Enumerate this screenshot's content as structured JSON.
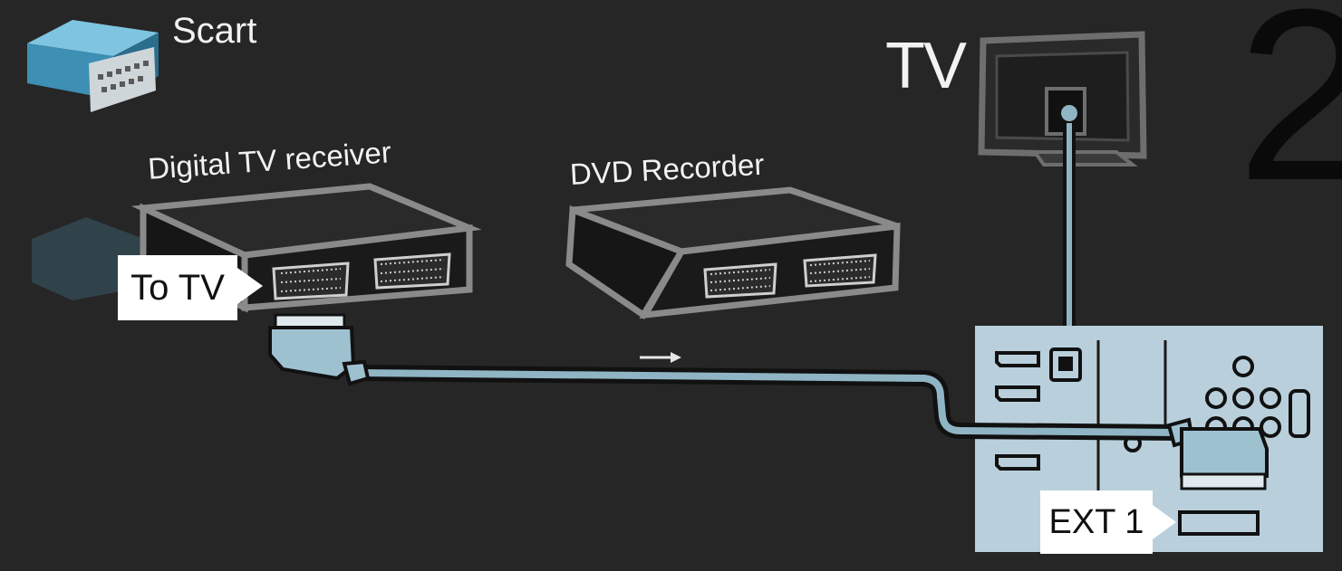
{
  "labels": {
    "scart": "Scart",
    "tv": "TV",
    "step_number": "2",
    "digital_tv_receiver": "Digital TV receiver",
    "dvd_recorder": "DVD Recorder",
    "to_tv": "To TV",
    "ext1": "EXT 1"
  },
  "colors": {
    "background": "#262626",
    "cable": "#8fb4c4",
    "tv_panel": "#b9d0dc",
    "device_body": "#1c1c1c",
    "outline": "#8a8a8a",
    "callout": "#ffffff"
  },
  "icons": {
    "scart_connector": "scart-plug-icon",
    "tv": "tv-icon",
    "signal_direction": "arrow-right-icon"
  }
}
